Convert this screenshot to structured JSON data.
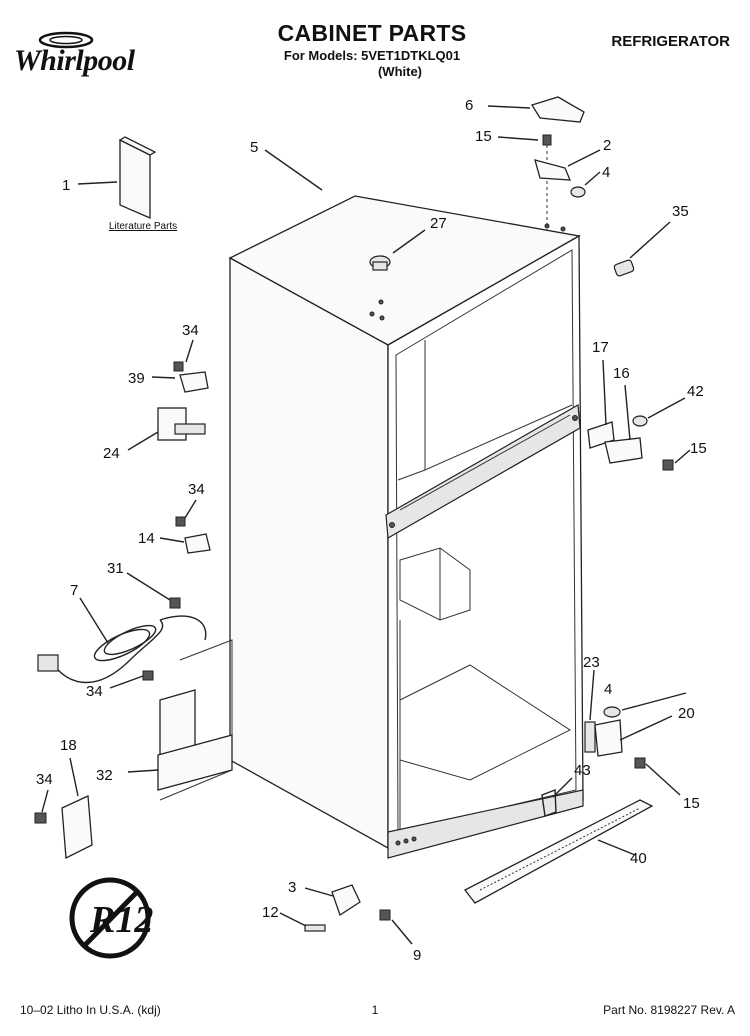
{
  "header": {
    "brand": "Whirlpool",
    "title": "CABINET PARTS",
    "subtitle": "For Models: 5VET1DTKLQ01",
    "variant": "(White)",
    "category": "REFRIGERATOR"
  },
  "labels": {
    "literature_parts": "Literature Parts",
    "refrigerant_badge": "R12"
  },
  "callouts": [
    "1",
    "2",
    "3",
    "4",
    "4",
    "5",
    "6",
    "7",
    "9",
    "12",
    "14",
    "15",
    "15",
    "15",
    "16",
    "17",
    "18",
    "20",
    "23",
    "24",
    "27",
    "31",
    "32",
    "34",
    "34",
    "34",
    "34",
    "35",
    "39",
    "40",
    "42",
    "43"
  ],
  "footer": {
    "left": "10–02 Litho In U.S.A. (kdj)",
    "center": "1",
    "right": "Part No. 8198227 Rev. A"
  }
}
